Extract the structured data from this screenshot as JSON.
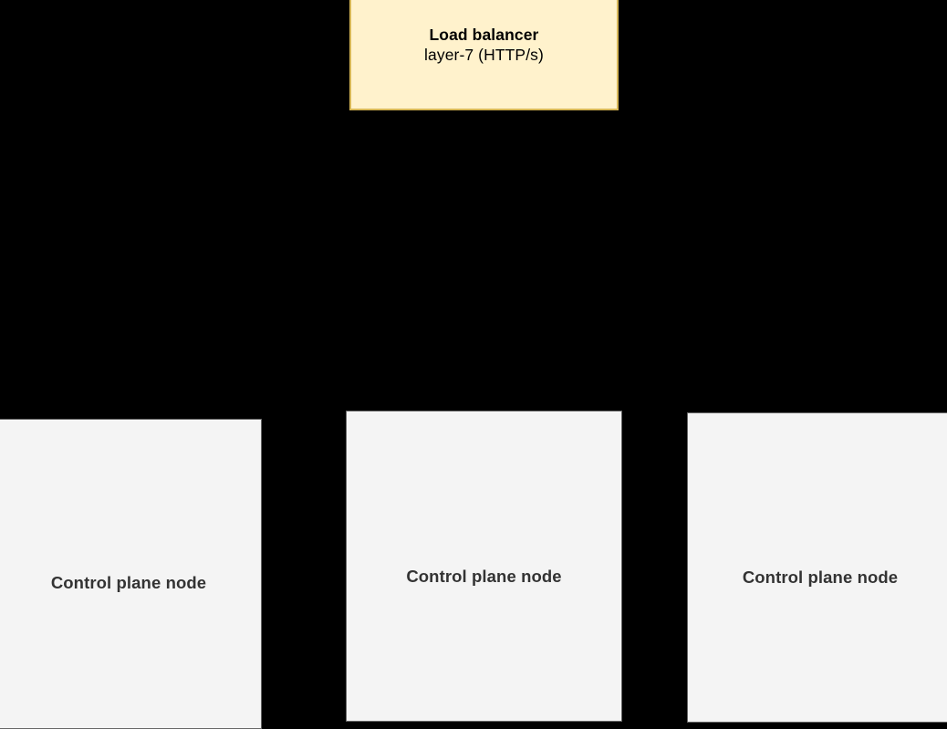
{
  "diagram": {
    "background_color": "#000000",
    "load_balancer": {
      "title": "Load balancer",
      "subtitle": "layer-7 (HTTP/s)",
      "fill_color": "#fff2cc",
      "border_color": "#d6b656",
      "text_color": "#000000"
    },
    "control_plane_nodes": [
      {
        "label": "Control plane node",
        "fill_color": "#f4f4f4",
        "border_color": "#666666",
        "text_color": "#333333"
      },
      {
        "label": "Control plane node",
        "fill_color": "#f4f4f4",
        "border_color": "#666666",
        "text_color": "#333333"
      },
      {
        "label": "Control plane node",
        "fill_color": "#f4f4f4",
        "border_color": "#666666",
        "text_color": "#333333"
      }
    ]
  }
}
